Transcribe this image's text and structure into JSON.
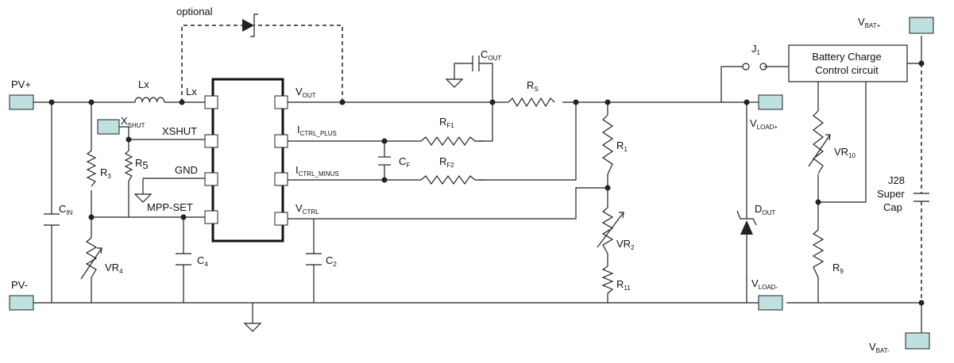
{
  "labels": {
    "optional": "optional",
    "pv_plus": "PV+",
    "pv_minus": "PV-",
    "lx_inductor": "Lx",
    "lx_pin": "Lx",
    "xshut_terminal": {
      "main": "X",
      "sub": "SHUT"
    },
    "xshut_pin": "XSHUT",
    "gnd_pin": "GND",
    "mpp_set_pin": "MPP-SET",
    "vout_pin": {
      "main": "V",
      "sub": "OUT"
    },
    "ictrl_plus_pin": {
      "main": "I",
      "sub": "CTRL_PLUS"
    },
    "ictrl_minus_pin": {
      "main": "I",
      "sub": "CTRL_MINUS"
    },
    "vctrl_pin": {
      "main": "V",
      "sub": "CTRL"
    },
    "cout": {
      "main": "C",
      "sub": "OUT"
    },
    "rs": {
      "main": "R",
      "sub": "S"
    },
    "rf1": {
      "main": "R",
      "sub": "F1"
    },
    "rf2": {
      "main": "R",
      "sub": "F2"
    },
    "cf": {
      "main": "C",
      "sub": "F"
    },
    "r1": {
      "main": "R",
      "sub": "1"
    },
    "vr2": {
      "main": "VR",
      "sub": "2"
    },
    "r11": {
      "main": "R",
      "sub": "11"
    },
    "r3": {
      "main": "R",
      "sub": "3"
    },
    "r5": {
      "main": "R",
      "sub": "5"
    },
    "cin": {
      "main": "C",
      "sub": "IN"
    },
    "vr4": {
      "main": "VR",
      "sub": "4"
    },
    "c4": {
      "main": "C",
      "sub": "4"
    },
    "c2": {
      "main": "C",
      "sub": "2"
    },
    "j1": {
      "main": "J",
      "sub": "1"
    },
    "vload_plus": {
      "main": "V",
      "sub": "LOAD+"
    },
    "vload_minus": {
      "main": "V",
      "sub": "LOAD-"
    },
    "dout": {
      "main": "D",
      "sub": "OUT"
    },
    "battery_box_line1": "Battery Charge",
    "battery_box_line2": "Control circuit",
    "vr10": {
      "main": "VR",
      "sub": "10"
    },
    "r9": {
      "main": "R",
      "sub": "9"
    },
    "vbat_plus": {
      "main": "V",
      "sub": "BAT+"
    },
    "vbat_minus": {
      "main": "V",
      "sub": "BAT-"
    },
    "supercap_line1": "J28",
    "supercap_line2": "Super",
    "supercap_line3": "Cap"
  },
  "colors": {
    "terminal_fill": "#bfe0e0",
    "line": "#222222"
  }
}
